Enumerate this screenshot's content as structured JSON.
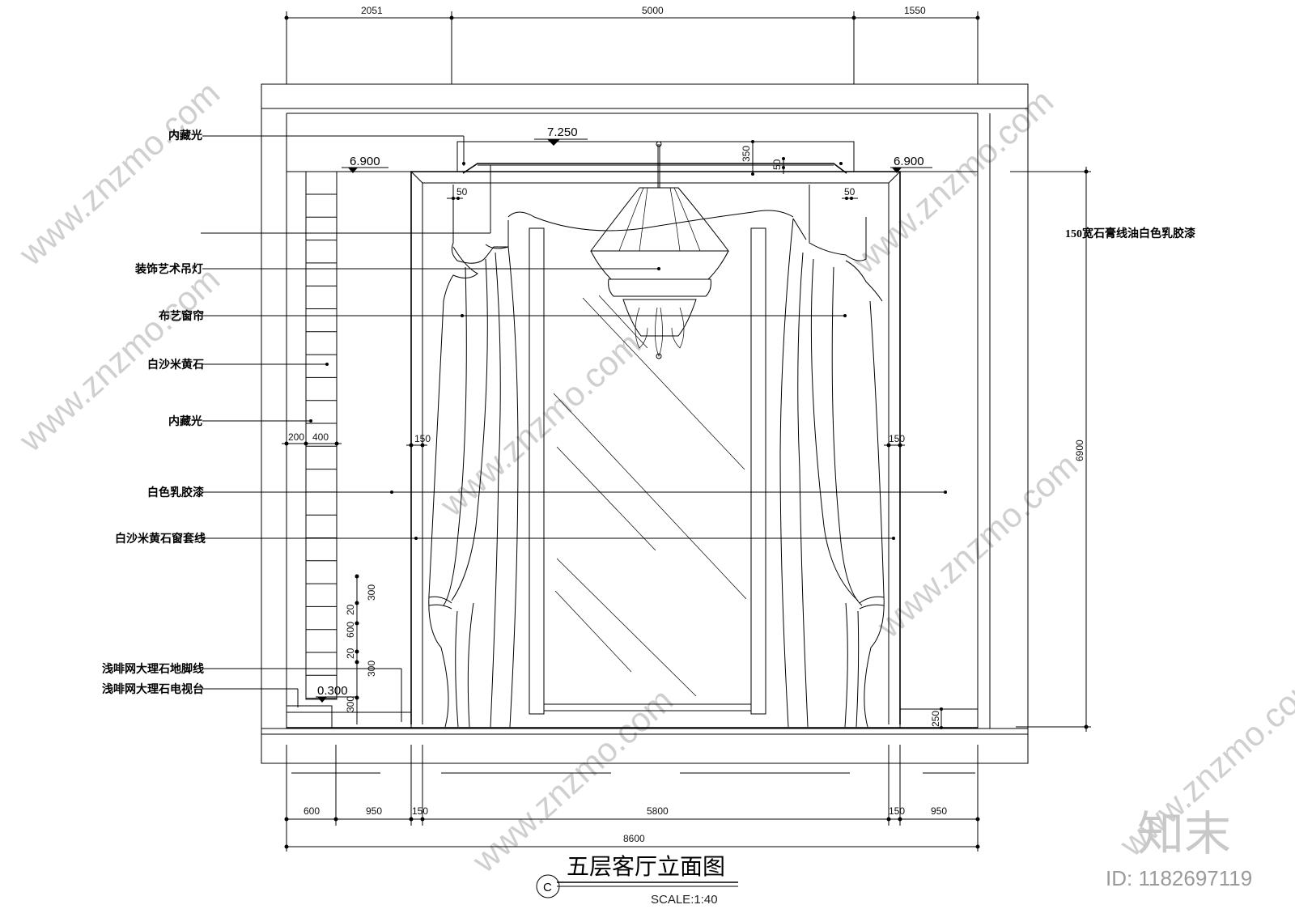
{
  "drawing": {
    "title": "五层客厅立面图",
    "section_mark": "C",
    "scale": "SCALE:1:40"
  },
  "dimensions": {
    "top": [
      "2051",
      "5000",
      "1550"
    ],
    "bottom": [
      "600",
      "950",
      "150",
      "5800",
      "150",
      "950"
    ],
    "bottom_total": "8600",
    "right_height": "6900",
    "jamb_left_pair": [
      "200",
      "400"
    ],
    "jamb_150_left": "150",
    "jamb_150_right": "150",
    "pelmet_350": "350",
    "pelmet_50": "50",
    "curtain_50_left": "50",
    "curtain_50_right": "50",
    "lower_vertical": [
      "300",
      "20",
      "600",
      "20",
      "300",
      "300"
    ],
    "skirting_right": "250"
  },
  "elevations": {
    "ceiling_high": "7.250",
    "ceiling_left": "6.900",
    "ceiling_right": "6.900",
    "floor": "0.300"
  },
  "labels_left": [
    "内藏光",
    "装饰艺术吊灯",
    "布艺窗帘",
    "白沙米黄石",
    "内藏光",
    "白色乳胶漆",
    "白沙米黄石窗套线",
    "浅啡网大理石地脚线",
    "浅啡网大理石电视台"
  ],
  "label_right": "150宽石膏线油白色乳胶漆",
  "watermark": {
    "logo": "知末",
    "id_text": "ID: 1182697119",
    "site": "www.znzmo.com"
  }
}
